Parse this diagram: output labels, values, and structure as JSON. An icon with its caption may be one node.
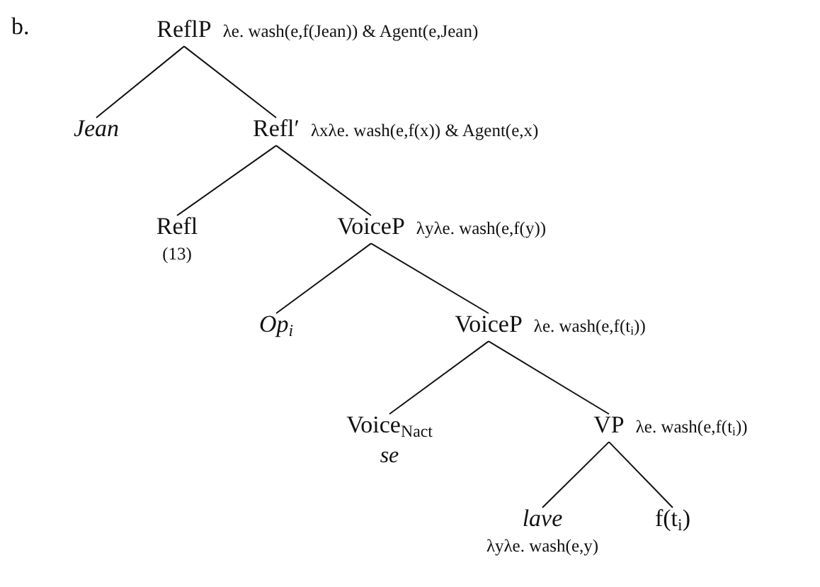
{
  "diagram": {
    "nodes": [
      {
        "text": [
          "ReflP"
        ],
        "beside": [
          "λe. wash(e,f(Jean)) & Agent(e,Jean)"
        ]
      },
      {
        "text": [
          "Jean"
        ]
      },
      {
        "text": [
          "Refl′"
        ],
        "beside": [
          "λxλe. wash(e,f(x)) & Agent(e,x)"
        ]
      },
      {
        "text": [
          "Refl"
        ],
        "beside": [
          "(13)"
        ]
      },
      {
        "text": [
          "VoiceP"
        ],
        "beside": [
          "λyλe. wash(e,f(y))"
        ]
      },
      {
        "text": [
          "Op$_{i}$"
        ]
      },
      {
        "text": [
          "VoiceP"
        ],
        "beside": [
          "λe. wash(e,f(t$_{i}$))"
        ]
      },
      {
        "text": [
          "Voice$_{Nact}$"
        ],
        "beside": [
          "se"
        ]
      },
      {
        "text": [
          "VP"
        ],
        "beside": [
          "λe. wash(e,f(t$_{i}$))"
        ]
      },
      {
        "text": [
          "lave"
        ],
        "beside": [
          "λyλe. wash(e,y)"
        ]
      },
      {
        "text": [
          "f(t$_{i}$)"
        ]
      }
    ],
    "edges": [
      {
        "from": 0,
        "to": 1,
        "arrow": "none"
      },
      {
        "from": 0,
        "to": 2,
        "arrow": "none"
      },
      {
        "from": 2,
        "to": 3,
        "arrow": "none"
      },
      {
        "from": 2,
        "to": 4,
        "arrow": "none"
      },
      {
        "from": 4,
        "to": 5,
        "arrow": "none"
      },
      {
        "from": 4,
        "to": 6,
        "arrow": "none"
      },
      {
        "from": 6,
        "to": 7,
        "arrow": "none"
      },
      {
        "from": 6,
        "to": 8,
        "arrow": "none"
      },
      {
        "from": 8,
        "to": 9,
        "arrow": "none"
      },
      {
        "from": 8,
        "to": 10,
        "arrow": "none"
      }
    ],
    "labels": [
      "b."
    ]
  }
}
